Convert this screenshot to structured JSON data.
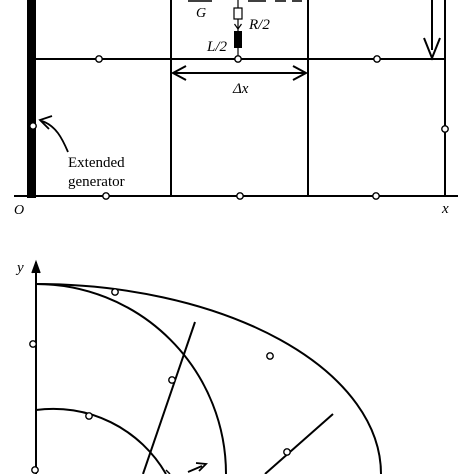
{
  "top_diagram": {
    "conductance_label": "G",
    "resistance_label": "R/2",
    "inductance_label": "L/2",
    "cell_width_label": "Δx",
    "generator_label_line1": "Extended",
    "generator_label_line2": "generator",
    "origin_label": "O",
    "x_axis_label": "x"
  },
  "bottom_diagram": {
    "y_axis_label": "y"
  }
}
